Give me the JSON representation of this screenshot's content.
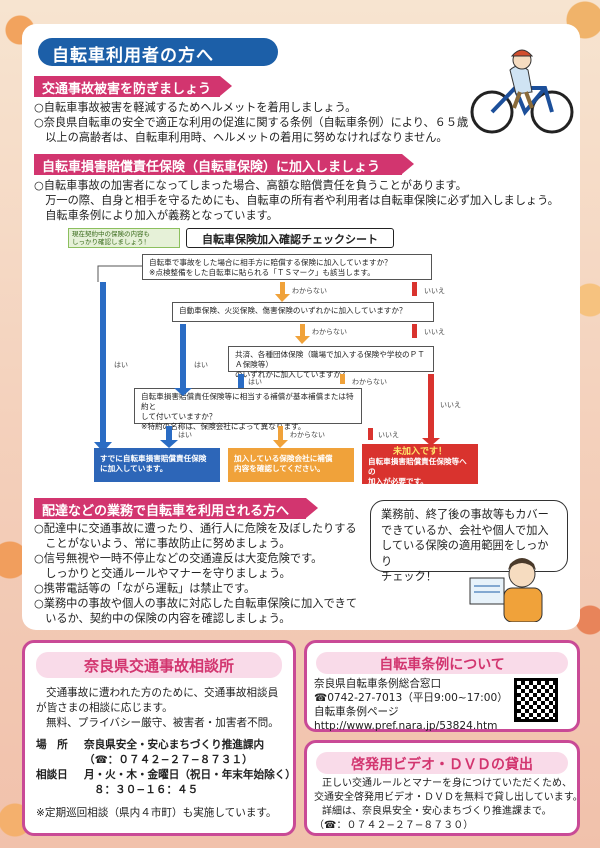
{
  "main": {
    "title": "自転車利用者の方へ",
    "section1": {
      "heading": "交通事故被害を防ぎましょう",
      "lines": [
        "○自転車事故被害を軽減するためヘルメットを着用しましょう。",
        "○奈良県自転車の安全で適正な利用の促進に関する条例（自転車条例）により、６５歳",
        "　以上の高齢者は、自転車利用時、ヘルメットの着用に努めなければなりません。"
      ]
    },
    "section2": {
      "heading": "自転車損害賠償責任保険（自転車保険）に加入しましょう",
      "lines": [
        "○自転車事故の加害者になってしまった場合、高額な賠償責任を負うことがあります。",
        "　万一の際、自身と相手を守るためにも、自転車の所有者や利用者は自転車保険に必ず加入しましょう。",
        "　自転車条例により加入が義務となっています。"
      ]
    },
    "checksheet": {
      "title": "自転車保険加入確認チェックシート",
      "note": "現在契約中の保険の内容も\nしっかり確認しましょう！",
      "q1_line1": "自転車で事故をした場合に相手方に賠償する保険に加入していますか？",
      "q1_line2": "※点検整備をした自転車に貼られる「ＴＳマーク」も該当します。",
      "q2": "自動車保険、火災保険、傷害保険のいずれかに加入していますか？",
      "q3_line1": "共済、各種団体保険（職場で加入する保険や学校のＰＴＡ保険等）",
      "q3_line2": "のいずれかに加入していますか？",
      "q4_line1": "自転車損害賠償責任保険等に相当する補償が基本補償または特約と",
      "q4_line2": "して付いていますか？",
      "q4_line3": "※特約の名称は、保険会社によって異なります。",
      "yes": "はい",
      "no": "いいえ",
      "unknown": "わからない",
      "result_blue_1": "すでに自転車損害賠償責任保険",
      "result_blue_2": "に加入しています。",
      "result_orange_1": "加入している保険会社に補償",
      "result_orange_2": "内容を確認してください。",
      "result_red_1": "未加入です！",
      "result_red_2": "自転車損害賠償責任保険等への",
      "result_red_3": "加入が必要です。"
    },
    "section3": {
      "heading": "配達などの業務で自転車を利用される方へ",
      "lines": [
        "○配達中に交通事故に遭ったり、通行人に危険を及ぼしたりする",
        "　ことがないよう、常に事故防止に努めましょう。",
        "○信号無視や一時不停止などの交通違反は大変危険です。",
        "　しっかりと交通ルールやマナーを守りましょう。",
        "○携帯電話等の「ながら運転」は禁止です。",
        "○業務中の事故や個人の事故に対応した自転車保険に加入できて",
        "　いるか、契約中の保険の内容を確認しましょう。"
      ],
      "speech": [
        "業務前、終了後の事故等もカバー",
        "できているか、会社や個人で加入",
        "している保険の適用範囲をしっかり",
        "チェック！"
      ]
    }
  },
  "consult": {
    "title": "奈良県交通事故相談所",
    "lines": [
      "交通事故に遭われた方のために、交通事故相談員",
      "が皆さまの相談に応じます。",
      "無料、プライバシー厳守、被害者・加害者不問。"
    ],
    "place_label": "場　所",
    "place_value": "奈良県安全・安心まちづくり推進課内",
    "tel": "（☎：０７４２−２７−８７３１）",
    "days_label": "相談日",
    "days_value": "月・火・木・金曜日（祝日・年末年始除く）",
    "hours": "８：３０−１６：４５",
    "note": "※定期巡回相談（県内４市町）も実施しています。"
  },
  "ordinance": {
    "title": "自転車条例について",
    "lines": [
      "奈良県自転車条例総合窓口",
      "☎0742-27-7013（平日9:00~17:00）",
      "自転車条例ページ",
      "http://www.pref.nara.jp/53824.htm"
    ]
  },
  "dvd": {
    "title": "啓発用ビデオ・ＤＶＤの貸出",
    "lines": [
      "正しい交通ルールとマナーを身につけていただくため、",
      "交通安全啓発用ビデオ・ＤＶＤを無料で貸し出しています。",
      "詳細は、奈良県安全・安心まちづくり推進課まで。",
      "（☎：０７４２−２７−８７３０）"
    ]
  }
}
